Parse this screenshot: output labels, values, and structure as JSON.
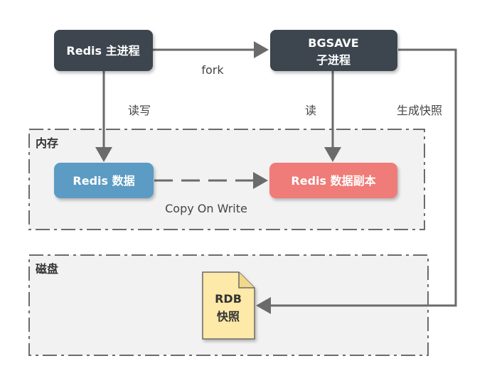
{
  "nodes": {
    "main_process": "Redis 主进程",
    "child_process_line1": "BGSAVE",
    "child_process_line2": "子进程",
    "redis_data": "Redis 数据",
    "redis_data_copy": "Redis 数据副本",
    "rdb_line1": "RDB",
    "rdb_line2": "快照"
  },
  "zones": {
    "memory": "内存",
    "disk": "磁盘"
  },
  "edges": {
    "fork": "fork",
    "read_write": "读写",
    "read": "读",
    "generate_snapshot": "生成快照",
    "copy_on_write": "Copy On Write"
  },
  "colors": {
    "process_box": "#3d4550",
    "data_box": "#5b9bc3",
    "copy_box": "#ef7b78",
    "rdb_doc": "#fde9a8",
    "zone_fill": "#f2f2f2",
    "line": "#6b6b6b"
  }
}
